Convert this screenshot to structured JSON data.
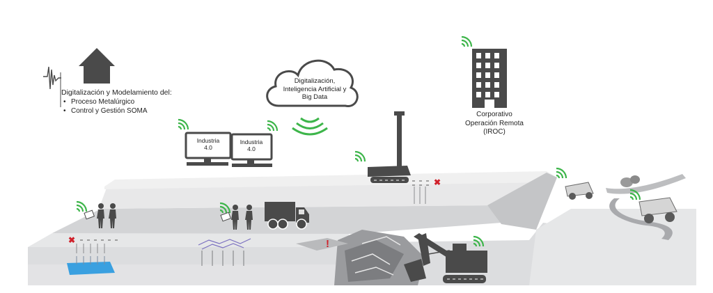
{
  "left_panel": {
    "title": "Digitalización y Modelamiento del:",
    "items": [
      "Proceso Metalúrgico",
      "Control y Gestión SOMA"
    ]
  },
  "cloud": {
    "lines": [
      "Digitalización,",
      "Inteligencia Artificial y",
      "Big Data"
    ]
  },
  "monitors": [
    {
      "lines": [
        "Industria",
        "4.0"
      ]
    },
    {
      "lines": [
        "Industria",
        "4.0"
      ]
    }
  ],
  "corporate": {
    "lines": [
      "Corporativo",
      "Operación Remota",
      "(IROC)"
    ]
  },
  "colors": {
    "wifi": "#3db54a",
    "equipment": "#4a4a4a",
    "terrain_top": "#e3e3e4",
    "terrain_face": "#cfd0d2",
    "water": "#3aa0e0",
    "marker_x": "#d0202a",
    "warning": "#d0202a",
    "drill_lines": "#7a6fc0"
  }
}
